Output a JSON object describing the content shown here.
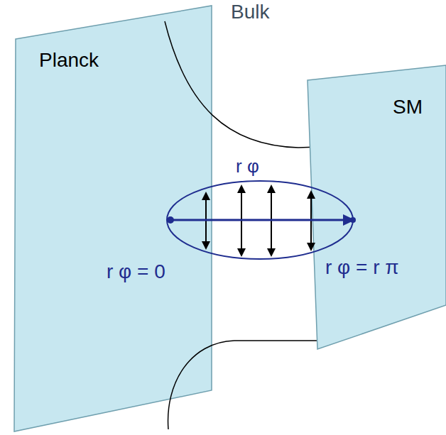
{
  "diagram": {
    "nodes": [
      {
        "text": [
          "Planck",
          "r φ = 0"
        ]
      },
      {
        "text": [
          "SM",
          "r φ = r π"
        ]
      }
    ],
    "labels": [
      "Bulk",
      "r φ"
    ]
  }
}
